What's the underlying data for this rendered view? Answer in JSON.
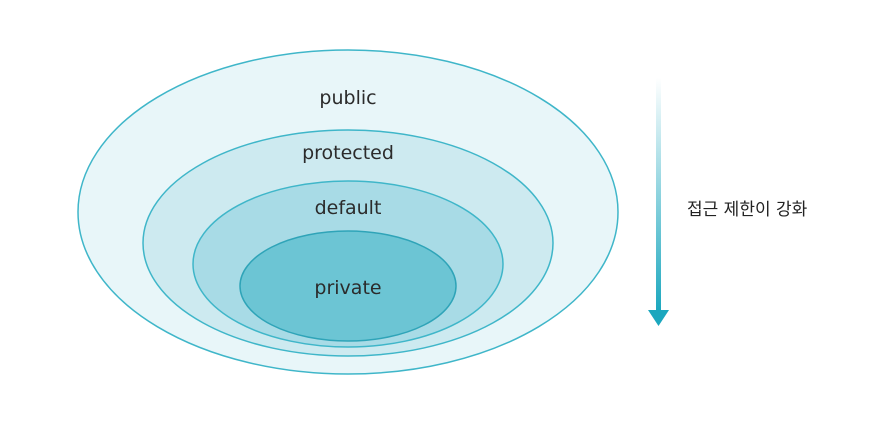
{
  "diagram": {
    "levels": [
      {
        "label": "public",
        "fill": "#e8f6f9",
        "stroke": "#3fb6c9"
      },
      {
        "label": "protected",
        "fill": "#cdeaf0",
        "stroke": "#3fb6c9"
      },
      {
        "label": "default",
        "fill": "#a8dbe6",
        "stroke": "#3fb6c9"
      },
      {
        "label": "private",
        "fill": "#6cc5d4",
        "stroke": "#2fa4b8"
      }
    ],
    "arrow": {
      "label": "접근 제한이 강화",
      "color_start": "#ffffff",
      "color_end": "#1ba7be"
    }
  }
}
